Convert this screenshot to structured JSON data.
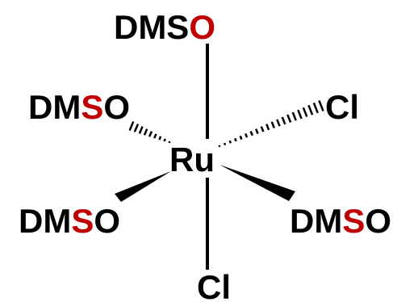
{
  "colors": {
    "black": "#000000",
    "oxygen_red": "#c00000",
    "sulfur_red": "#c00000"
  },
  "center": {
    "label": "Ru"
  },
  "ligands": {
    "top": {
      "prefix": "DMS",
      "highlight": "O",
      "suffix": "",
      "bond": "plain"
    },
    "upper_left": {
      "prefix": "DM",
      "highlight": "S",
      "suffix": "O",
      "bond": "hashed"
    },
    "upper_right": {
      "prefix": "Cl",
      "highlight": "",
      "suffix": "",
      "bond": "hashed"
    },
    "lower_left": {
      "prefix": "DM",
      "highlight": "S",
      "suffix": "O",
      "bond": "wedge"
    },
    "lower_right": {
      "prefix": "DM",
      "highlight": "S",
      "suffix": "O",
      "bond": "wedge"
    },
    "bottom": {
      "prefix": "Cl",
      "highlight": "",
      "suffix": "",
      "bond": "plain"
    }
  }
}
